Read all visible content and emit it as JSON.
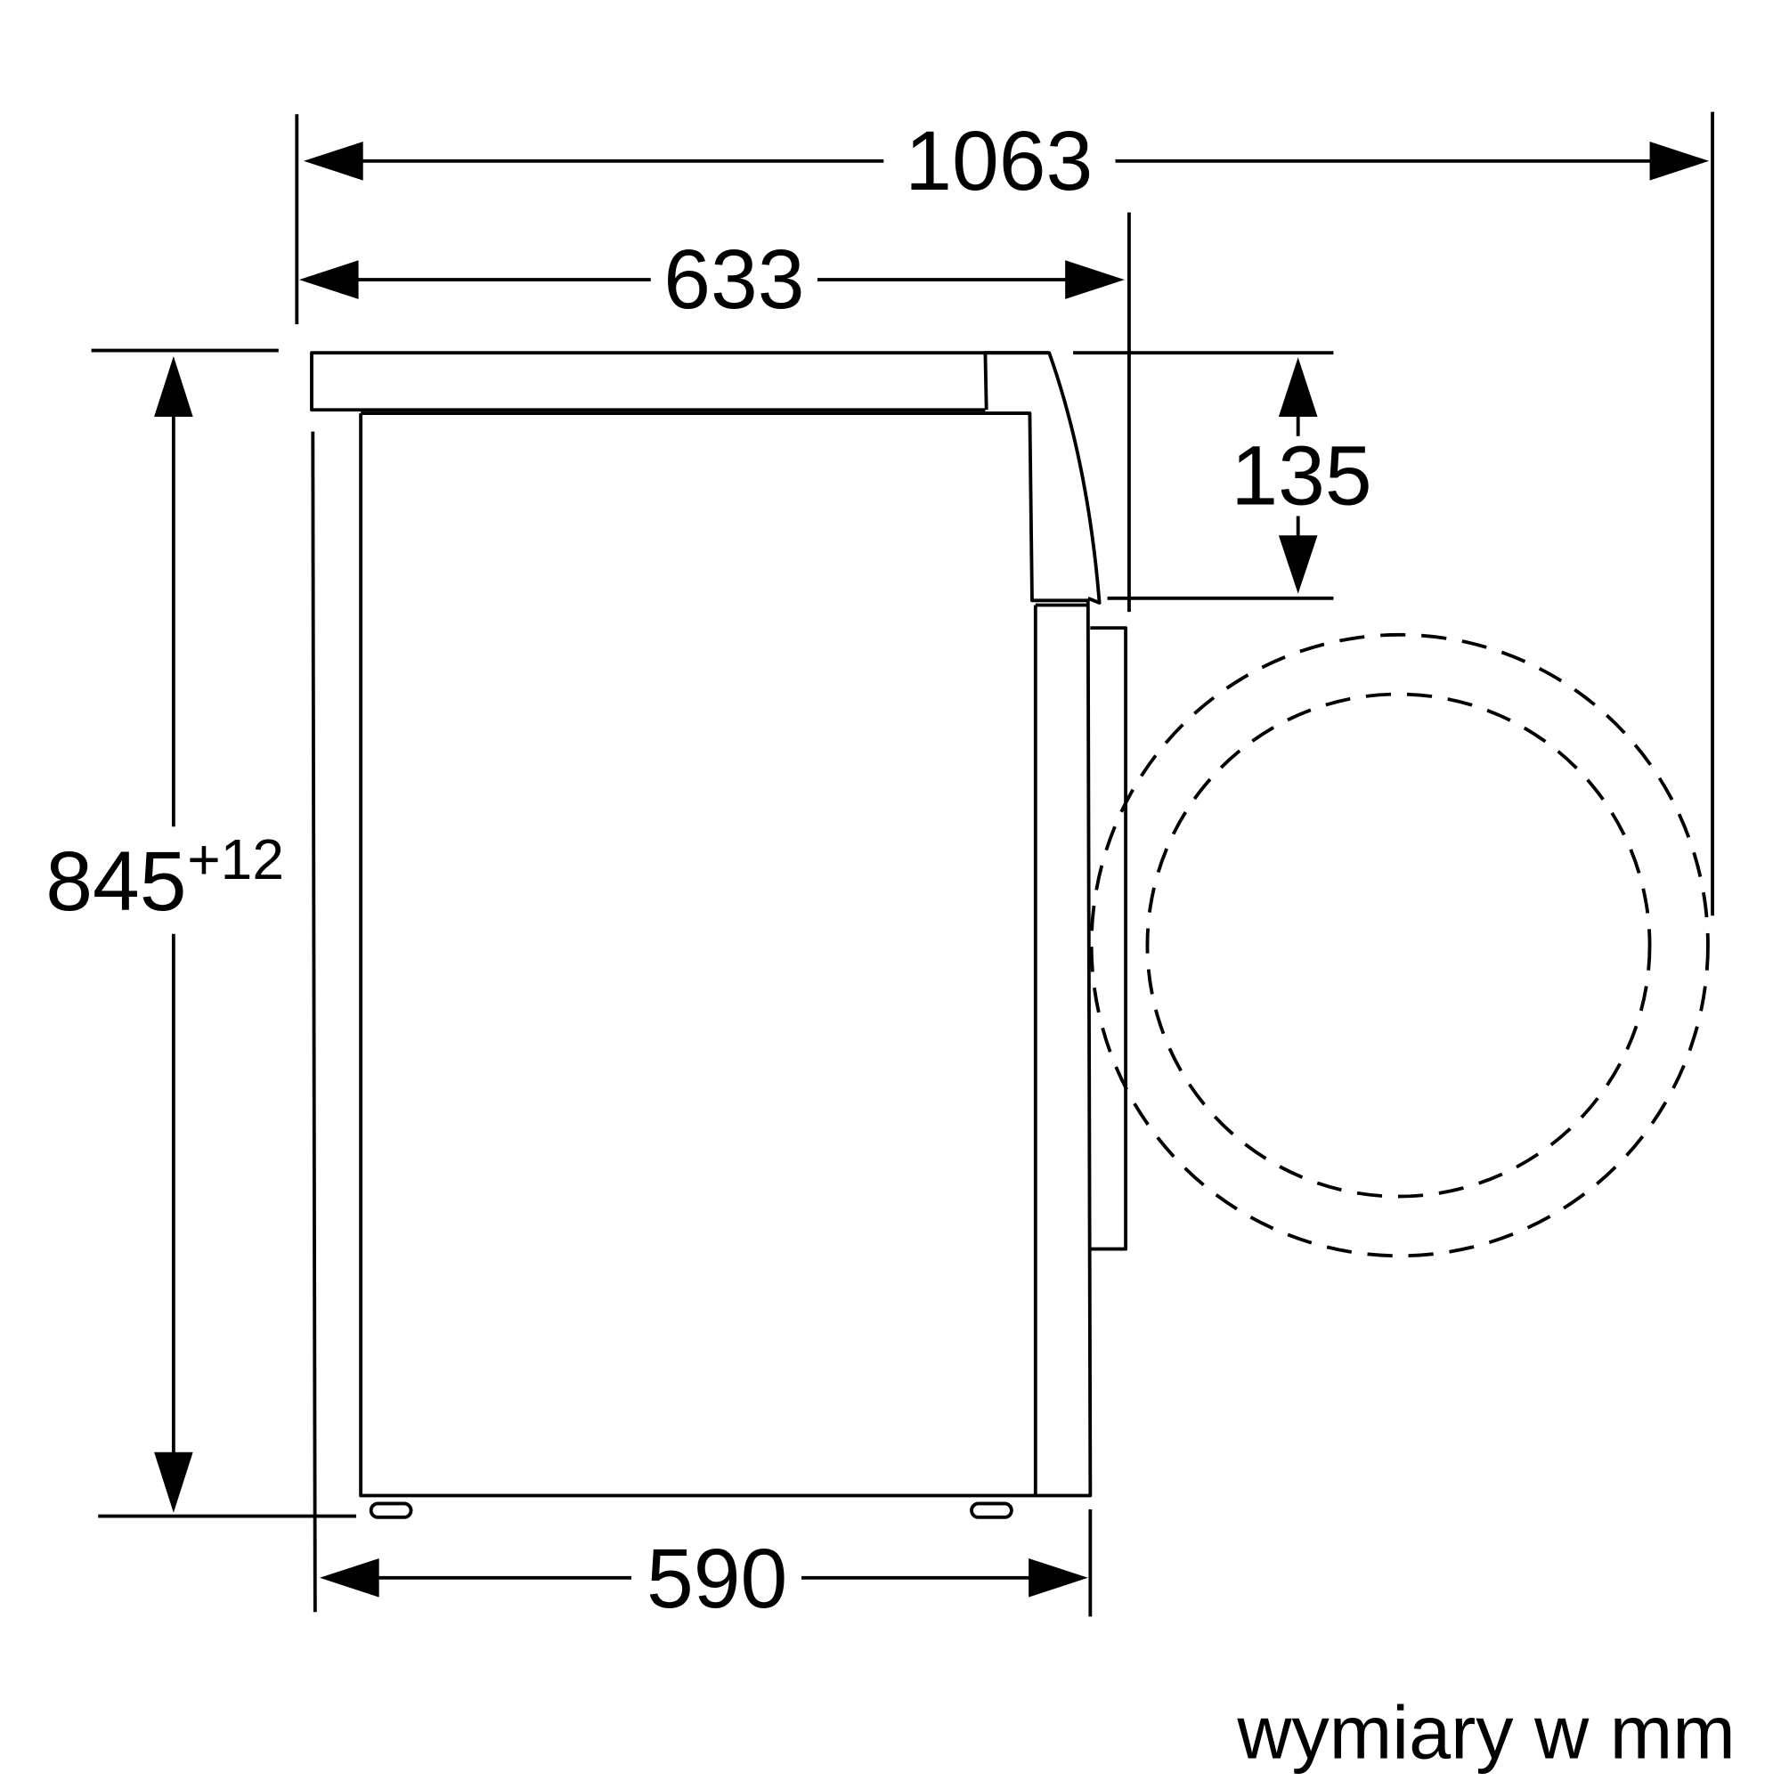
{
  "dimensions": {
    "total_depth": "1063",
    "body_depth": "633",
    "door_offset": "135",
    "height": "845",
    "height_tolerance": "+12",
    "base_depth": "590"
  },
  "units_note": "wymiary w mm",
  "colors": {
    "line": "#000000",
    "background": "#ffffff"
  }
}
